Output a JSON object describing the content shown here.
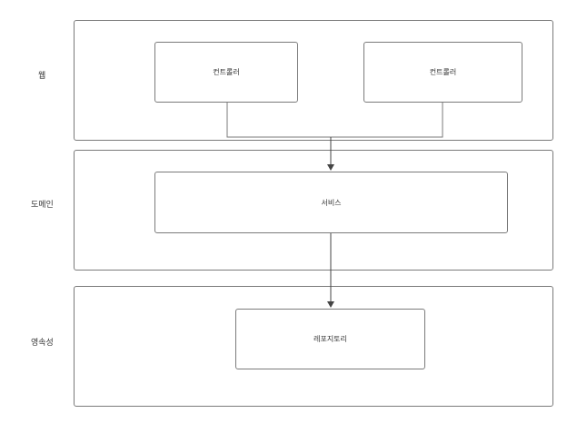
{
  "layers": {
    "web": {
      "label": "웹"
    },
    "domain": {
      "label": "도메인"
    },
    "persistence": {
      "label": "영속성"
    }
  },
  "nodes": {
    "controller_left": {
      "label": "컨트롤러"
    },
    "controller_right": {
      "label": "컨트롤러"
    },
    "service": {
      "label": "서비스"
    },
    "repository": {
      "label": "레포지토리"
    }
  },
  "edges": [
    {
      "from": "controller_left",
      "to": "service"
    },
    {
      "from": "controller_right",
      "to": "service"
    },
    {
      "from": "service",
      "to": "repository"
    }
  ],
  "colors": {
    "stroke": "#7a7a7a",
    "arrow": "#444444",
    "text": "#333333"
  }
}
